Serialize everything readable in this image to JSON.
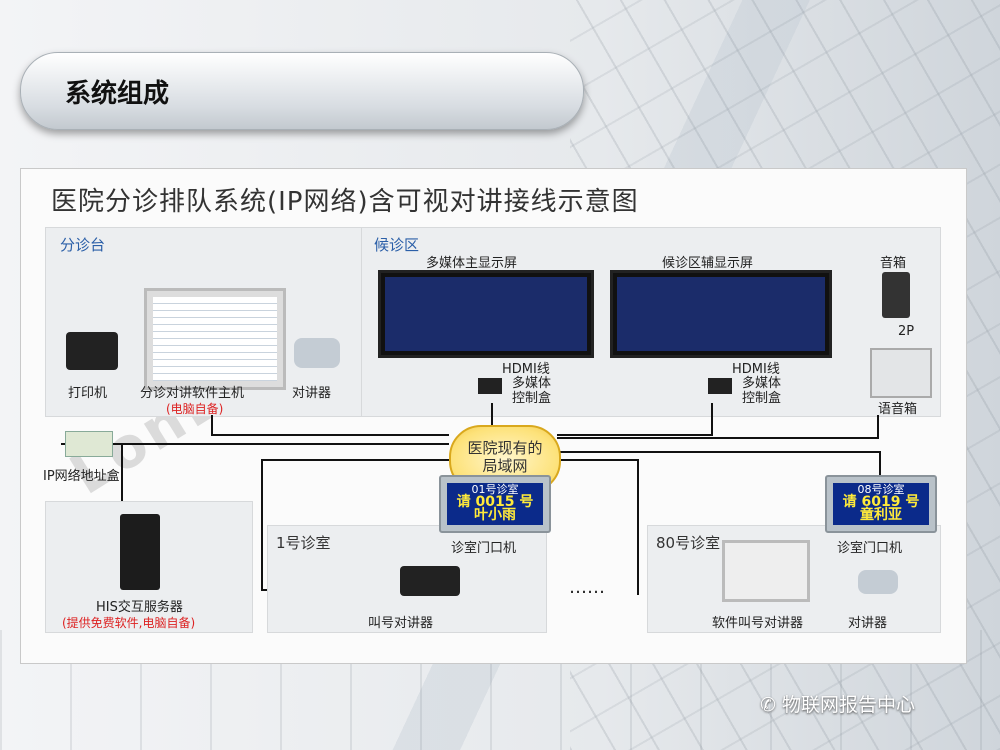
{
  "slide_title": "系统组成",
  "diagram_title": "医院分诊排队系统(IP网络)含可视对讲接线示意图",
  "watermark": "LonBon",
  "zones": {
    "triage": "分诊台",
    "waiting": "候诊区",
    "room1": "1号诊室",
    "room80": "80号诊室"
  },
  "devices": {
    "printer": "打印机",
    "triage_host": "分诊对讲软件主机",
    "triage_host_note": "(电脑自备)",
    "intercom_left": "对讲器",
    "main_screen": "多媒体主显示屏",
    "aux_screen": "候诊区辅显示屏",
    "hdmi1": "HDMI线",
    "hdmi2": "HDMI线",
    "box1": "多媒体\n控制盒",
    "box2": "多媒体\n控制盒",
    "speaker": "音箱",
    "wire_2p": "2P",
    "audio_box": "语音箱",
    "lan": "医院现有的\n局域网",
    "ip_box": "IP网络地址盒",
    "his_server": "HIS交互服务器",
    "his_note": "(提供免费软件,电脑自备)",
    "door_unit_1": "诊室门口机",
    "door_unit_80": "诊室门口机",
    "call_intercom": "叫号对讲器",
    "ellipsis": "……",
    "soft_call": "软件叫号对讲器",
    "intercom_right": "对讲器"
  },
  "door_display_1": {
    "line1": "01号诊室",
    "line2": "请 0015 号",
    "line3": "叶小雨"
  },
  "door_display_80": {
    "line1": "08号诊室",
    "line2": "请 6019 号",
    "line3": "童利亚"
  },
  "footer": "物联网报告中心"
}
